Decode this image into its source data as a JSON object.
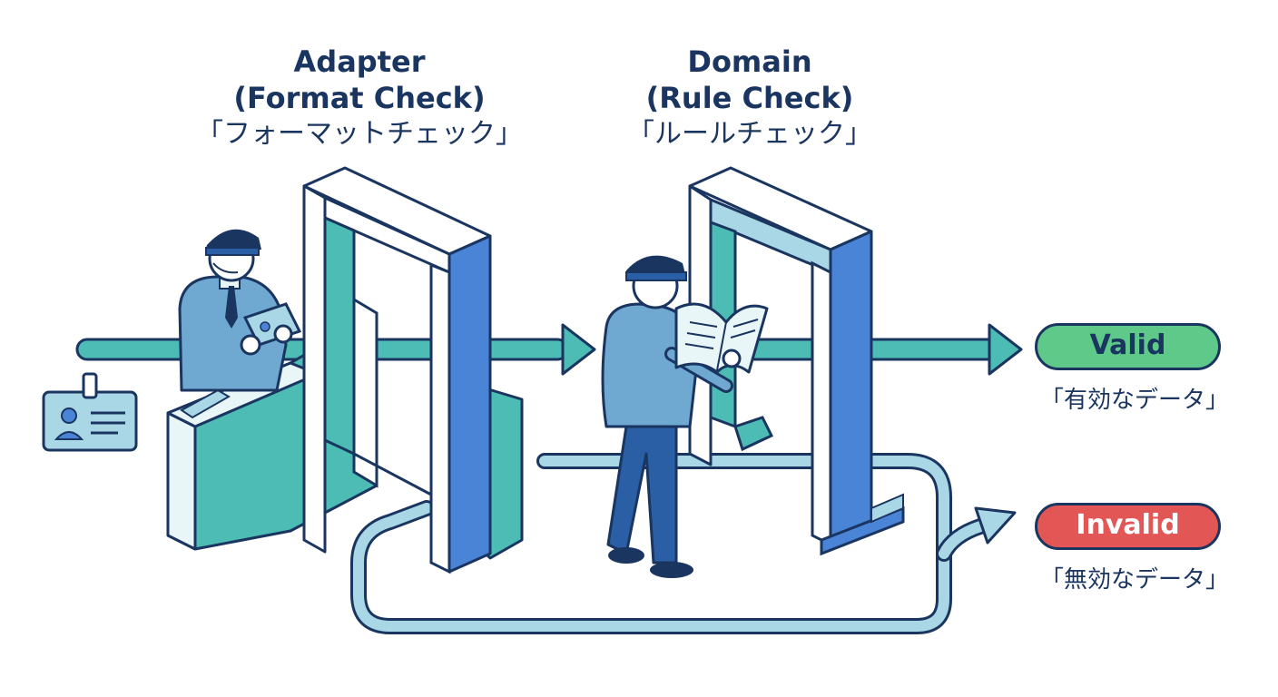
{
  "stages": [
    {
      "title_en": "Adapter",
      "subtitle_en": "(Format Check)",
      "title_jp": "「フォーマットチェック」"
    },
    {
      "title_en": "Domain",
      "subtitle_en": "(Rule Check)",
      "title_jp": "「ルールチェック」"
    }
  ],
  "outcomes": {
    "valid": {
      "label": "Valid",
      "caption": "「有効なデータ」",
      "color": "#5fc98a"
    },
    "invalid": {
      "label": "Invalid",
      "caption": "「無効なデータ」",
      "color": "#e25656"
    }
  },
  "icons": [
    "id-card-icon",
    "guard-icon",
    "gate-icon",
    "book-icon"
  ],
  "colors": {
    "outline": "#1a3560",
    "teal": "#4dbcb5",
    "blue": "#4a84d6",
    "light_blue": "#a9d7e6",
    "guard": "#6fa8d0"
  }
}
